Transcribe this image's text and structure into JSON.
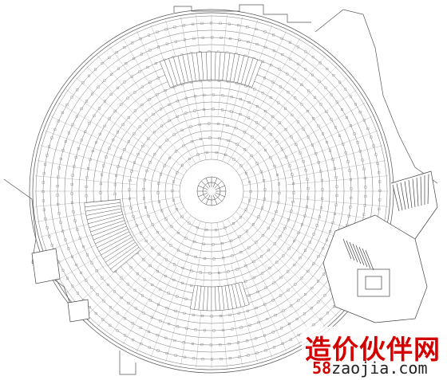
{
  "drawing": {
    "type": "circular stadium seating floor plan (CAD line drawing)",
    "line_color": "#4a4a4a",
    "background": "#ffffff"
  },
  "watermark": {
    "brand_cn": "造价伙伴网",
    "url_prefix": "58",
    "url_rest": "zaojia.com",
    "brand_color": "#d40000"
  }
}
